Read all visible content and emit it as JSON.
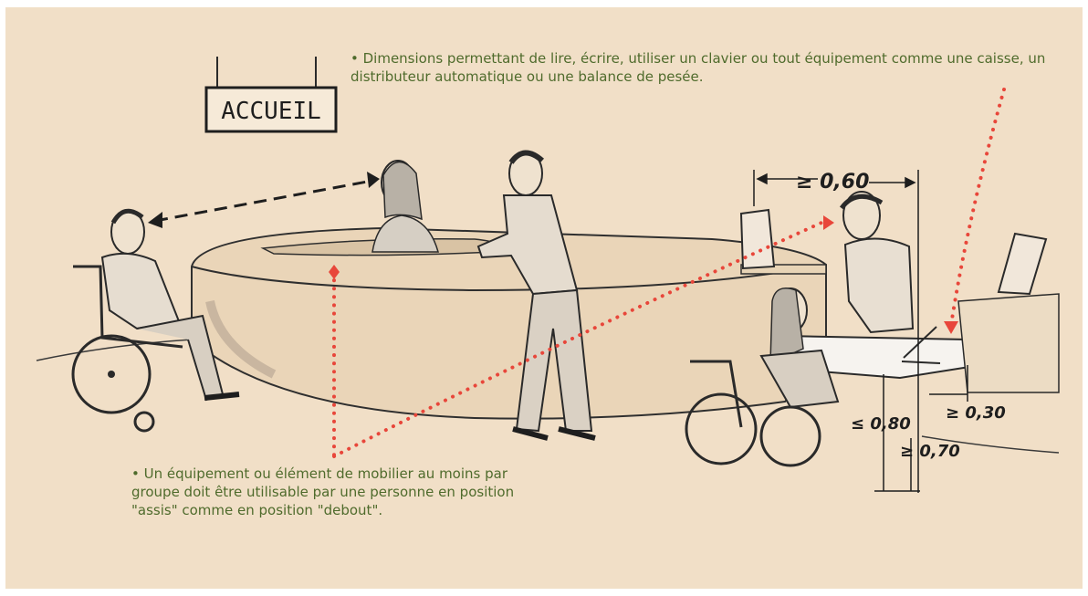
{
  "sign": {
    "label": "ACCUEIL"
  },
  "notes": {
    "top": "• Dimensions permettant de lire, écrire, utiliser un clavier ou tout équipement comme une caisse, un distributeur automatique ou une balance de pesée.",
    "bottom": "• Un équipement ou élément de mobilier au moins par groupe doit être utilisable par une personne en position \"assis\" comme en position \"debout\"."
  },
  "dimensions": {
    "width": "≥ 0,60",
    "depth": "≥ 0,30",
    "height_max": "≤ 0,80",
    "knee_clearance": "≥ 0,70"
  },
  "colors": {
    "background": "#f1dfc7",
    "note_text": "#4f6b2c",
    "pointer_dots": "#e8463a",
    "ink": "#2a2a2a"
  }
}
